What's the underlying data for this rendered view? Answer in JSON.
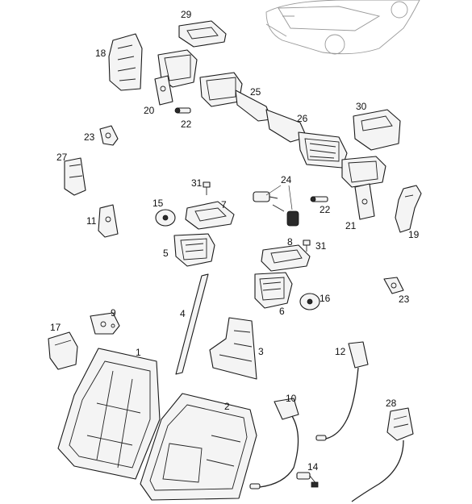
{
  "diagram": {
    "callouts": [
      "29",
      "18",
      "25",
      "20",
      "22",
      "23",
      "30",
      "26",
      "27",
      "31",
      "24",
      "7",
      "15",
      "22",
      "11",
      "21",
      "19",
      "8",
      "31",
      "5",
      "23",
      "16",
      "6",
      "4",
      "9",
      "17",
      "1",
      "3",
      "12",
      "2",
      "10",
      "28",
      "14"
    ]
  },
  "colors": {
    "ink": "#1a1a1a",
    "paper": "#ffffff",
    "part_fill": "#f4f4f4"
  }
}
